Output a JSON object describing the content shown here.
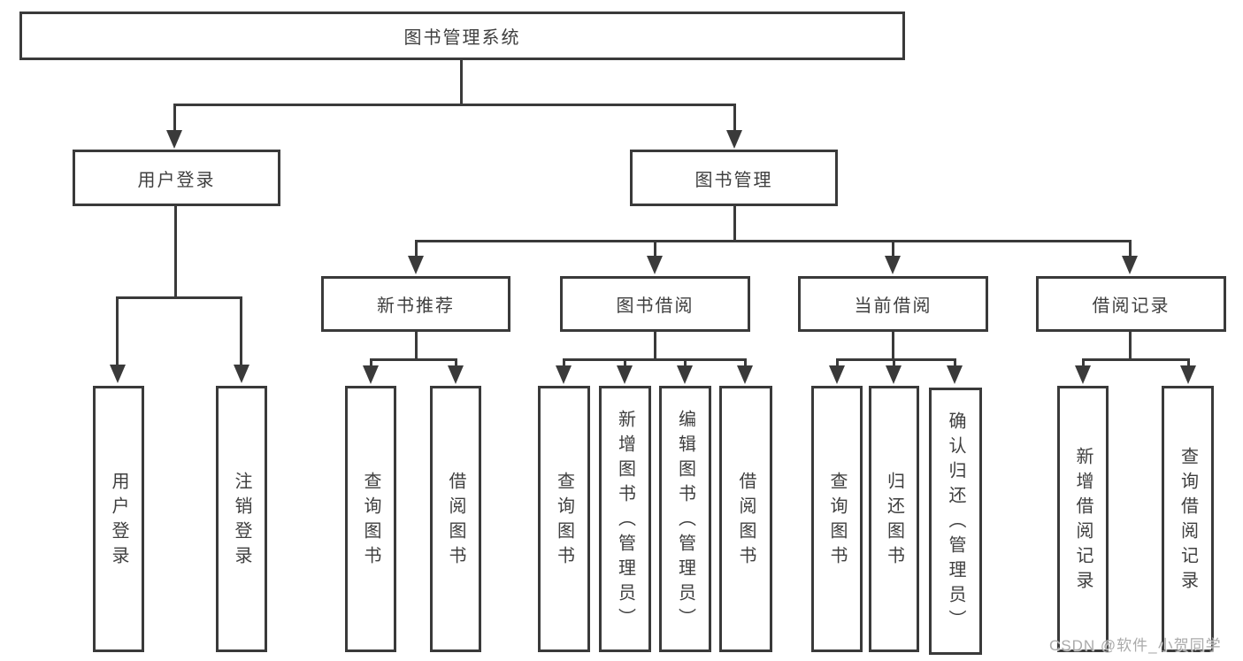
{
  "nodes": {
    "root": {
      "label": "图书管理系统"
    },
    "level2": [
      {
        "label": "用户登录"
      },
      {
        "label": "图书管理"
      }
    ],
    "level3": [
      {
        "label": "新书推荐"
      },
      {
        "label": "图书借阅"
      },
      {
        "label": "当前借阅"
      },
      {
        "label": "借阅记录"
      }
    ],
    "leaves_login": [
      {
        "label": "用户登录"
      },
      {
        "label": "注销登录"
      }
    ],
    "leaves_newbook": [
      {
        "label": "查询图书"
      },
      {
        "label": "借阅图书"
      }
    ],
    "leaves_borrow": [
      {
        "label": "查询图书"
      },
      {
        "label": "新增图书（管理员）"
      },
      {
        "label": "编辑图书（管理员）"
      },
      {
        "label": "借阅图书"
      }
    ],
    "leaves_current": [
      {
        "label": "查询图书"
      },
      {
        "label": "归还图书"
      },
      {
        "label": "确认归还（管理员）"
      }
    ],
    "leaves_records": [
      {
        "label": "新增借阅记录"
      },
      {
        "label": "查询借阅记录"
      }
    ]
  },
  "watermark": "CSDN @软件_小贺同学",
  "colors": {
    "line": "#3a3a3a",
    "text": "#3f3f3f",
    "box_bg": "#ffffff",
    "watermark": "#a3a3a3"
  }
}
